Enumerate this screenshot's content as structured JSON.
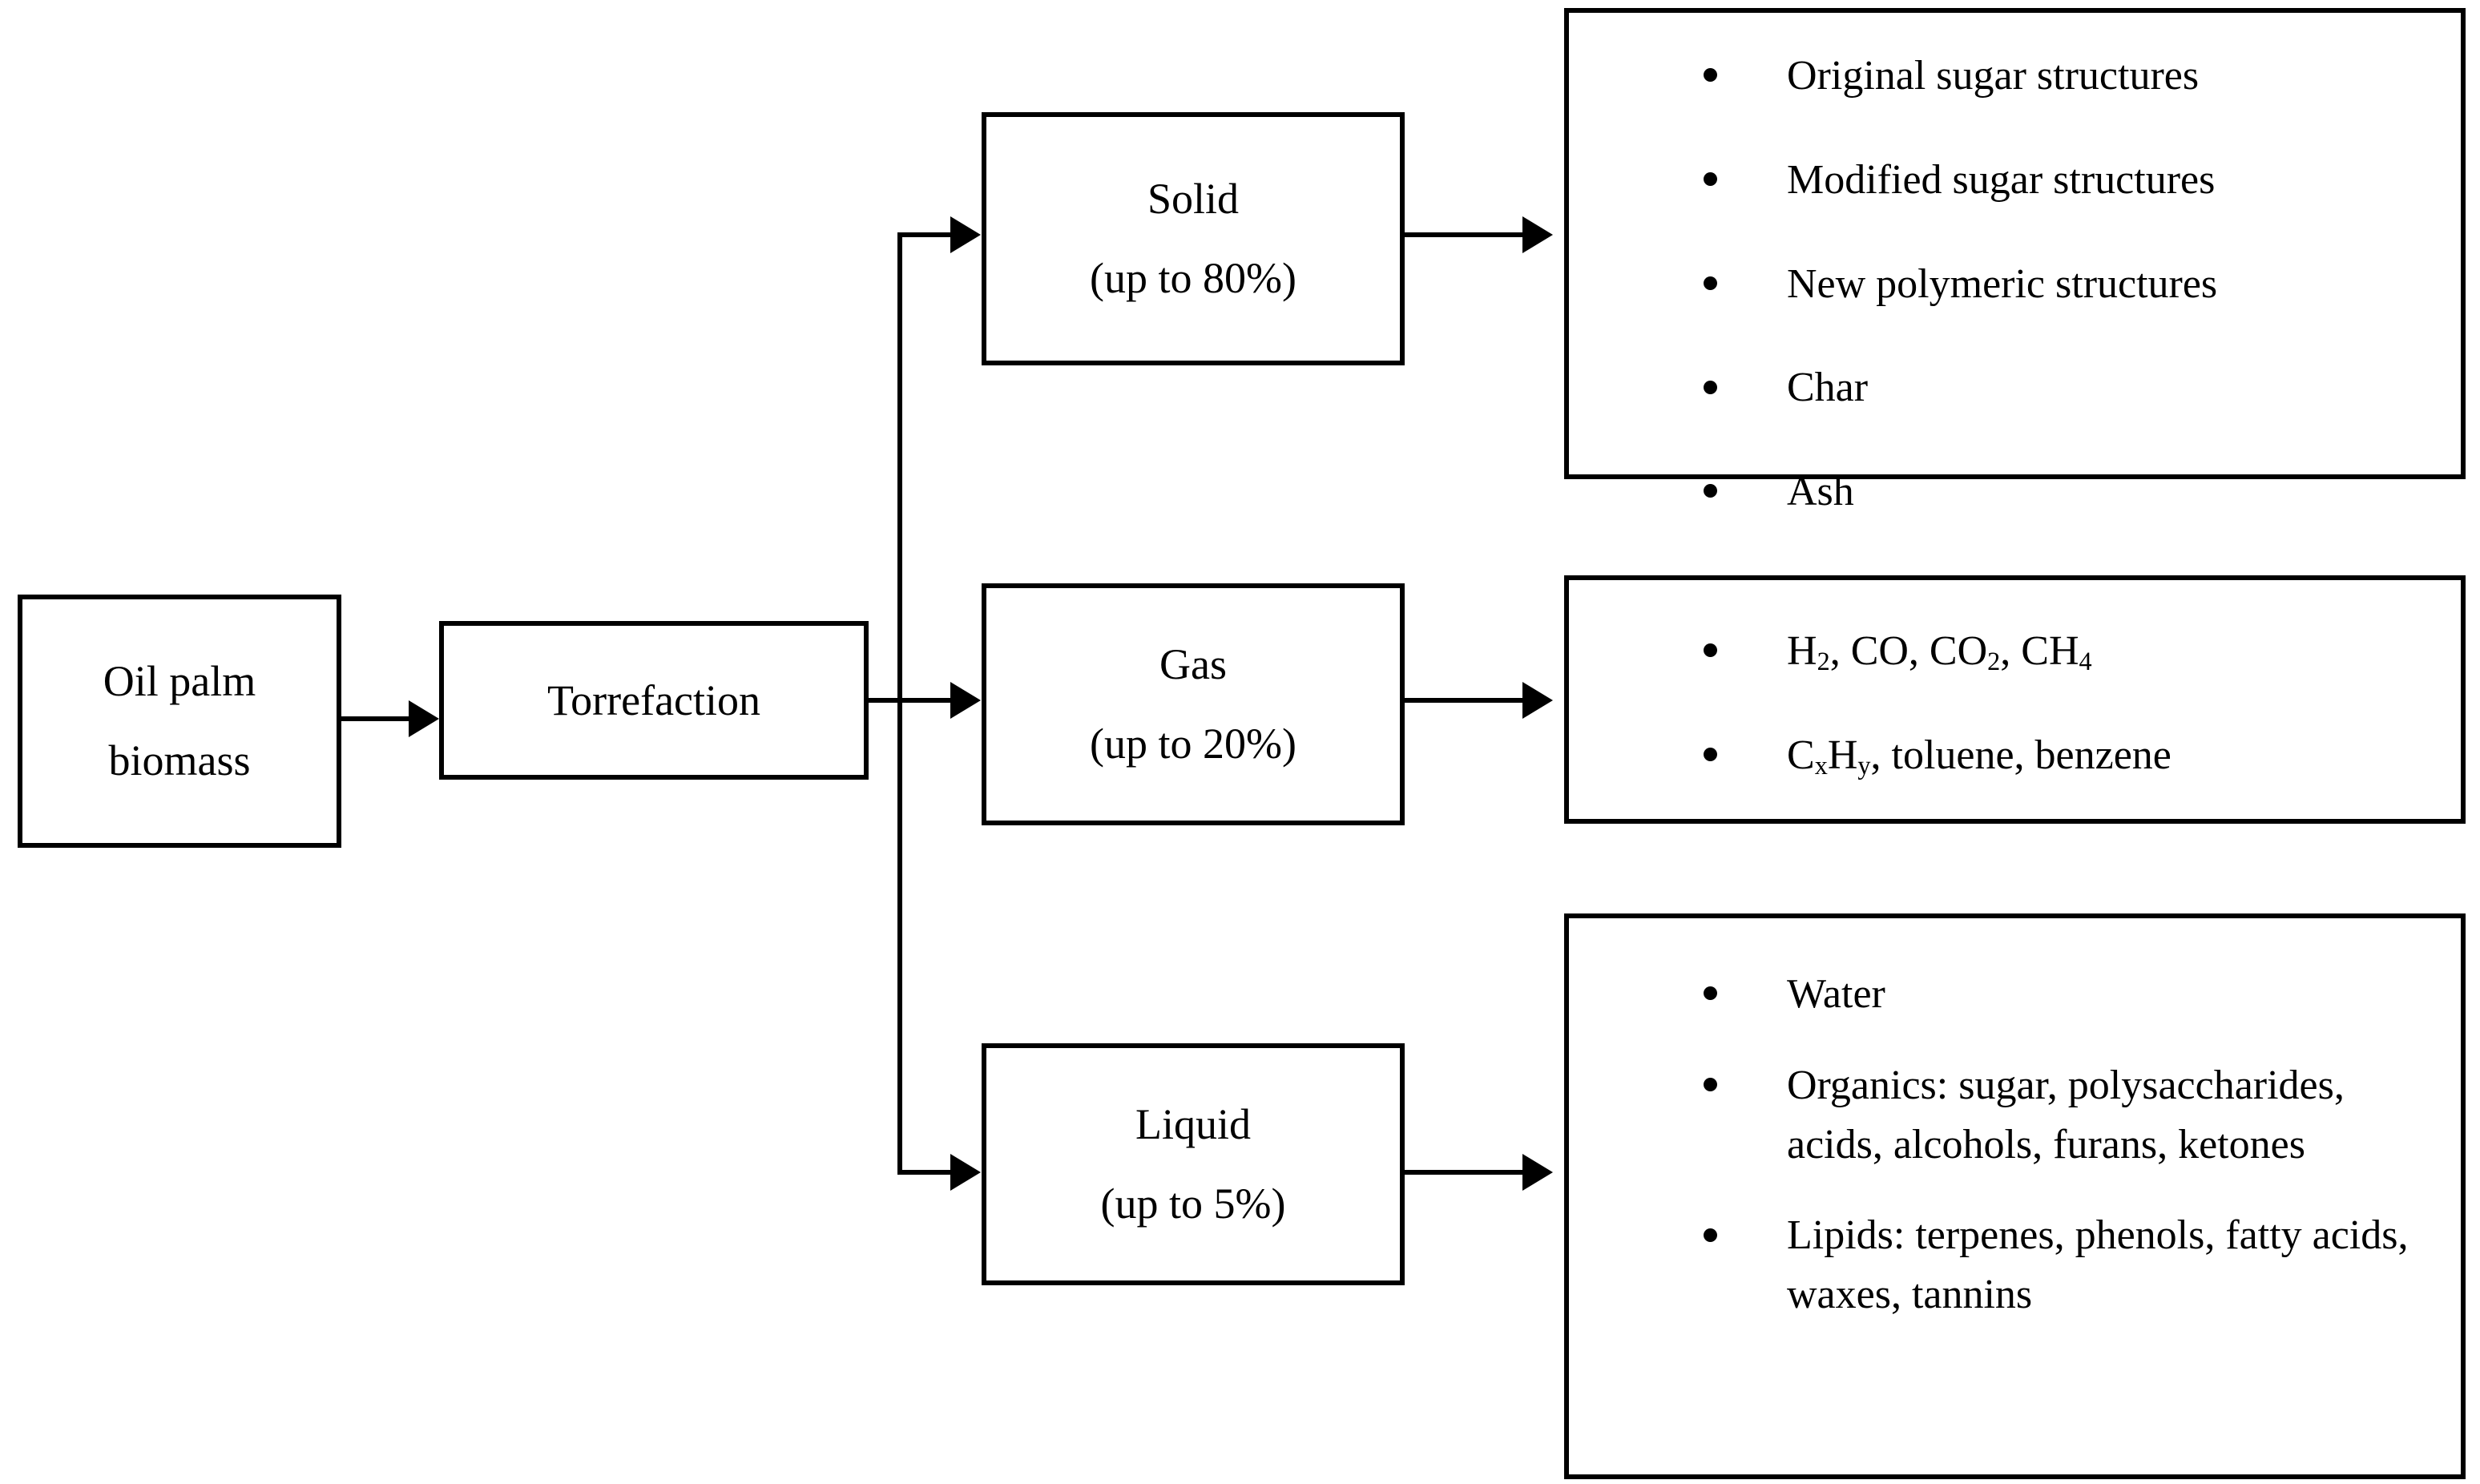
{
  "diagram": {
    "title": "Oil palm biomass torrefaction product distribution flowchart",
    "colors": {
      "line": "#000000",
      "background": "#ffffff",
      "text": "#000000"
    }
  },
  "nodes": {
    "source": {
      "line1": "Oil palm",
      "line2": "biomass"
    },
    "process": {
      "line1": "Torrefaction",
      "line2": ""
    },
    "solid": {
      "line1": "Solid",
      "line2": "(up to 80%)",
      "percent": "80%"
    },
    "gas": {
      "line1": "Gas",
      "line2": "(up to 20%)",
      "percent": "20%"
    },
    "liquid": {
      "line1": "Liquid",
      "line2": "(up to 5%)",
      "percent": "5%"
    }
  },
  "lists": {
    "solid": {
      "items": [
        "Original sugar structures",
        "Modified sugar structures",
        "New polymeric structures",
        "Char",
        "Ash"
      ]
    },
    "gas": {
      "items_html": [
        "H<sub>2</sub>, CO, CO<sub>2</sub>, CH<sub>4</sub>",
        "C<sub>x</sub>H<sub>y</sub>, toluene, benzene"
      ]
    },
    "liquid": {
      "items": [
        "Water",
        "Organics: sugar, polysaccharides, acids, alcohols, furans, ketones",
        "Lipids: terpenes, phenols, fatty acids, waxes, tannins"
      ]
    }
  },
  "connectors": {
    "source_to_process": "arrow-right",
    "process_to_branch": "arrow-right-split",
    "branch_to_solid": "arrow-right",
    "branch_to_gas": "arrow-right",
    "branch_to_liquid": "arrow-right",
    "solid_to_list": "arrow-right",
    "gas_to_list": "arrow-right",
    "liquid_to_list": "arrow-right"
  }
}
